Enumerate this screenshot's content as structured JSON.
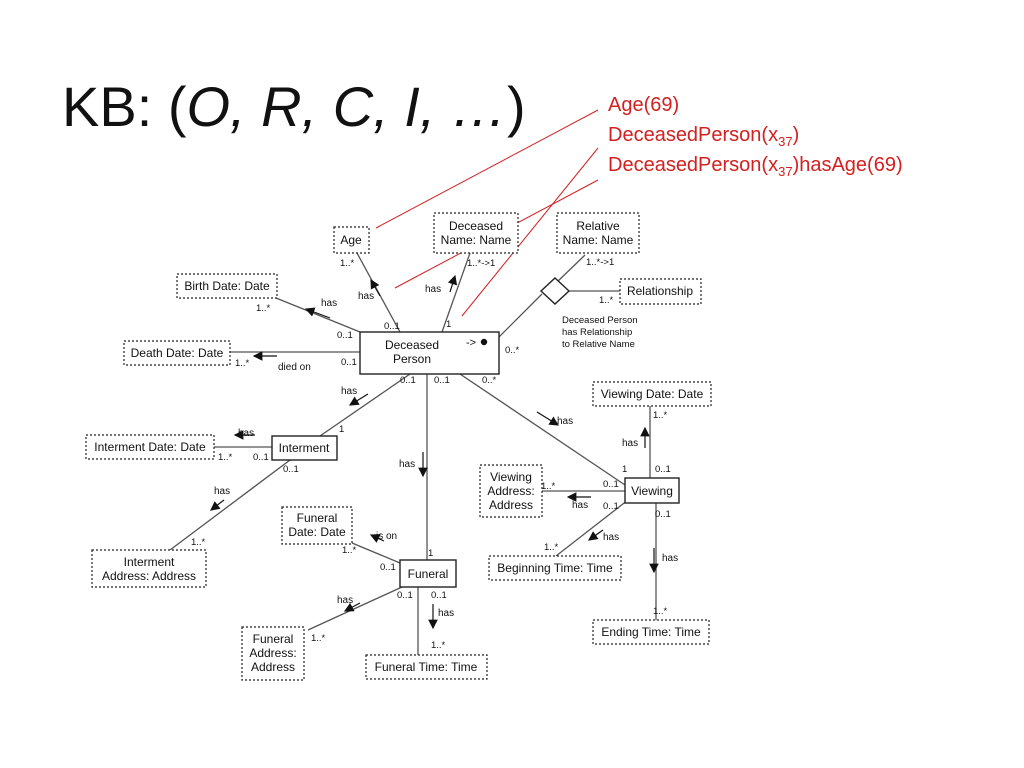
{
  "title": {
    "prefix": "KB: (",
    "items": "O, R, C, I, …",
    "suffix": ")"
  },
  "annotations": {
    "line1": "Age(69)",
    "line2_pre": "DeceasedPerson(x",
    "line2_sub": "37",
    "line2_post": ")",
    "line3_pre": "DeceasedPerson(x",
    "line3_sub": "37",
    "line3_post": ")hasAge(69)"
  },
  "colors": {
    "annotation": "#d42020",
    "text": "#111111"
  },
  "nodes": {
    "age": "Age",
    "deceased_name": [
      "Deceased",
      "Name: Name"
    ],
    "relative_name": [
      "Relative",
      "Name: Name"
    ],
    "relationship": "Relationship",
    "birth_date": "Birth Date: Date",
    "death_date": "Death Date: Date",
    "deceased_person": [
      "Deceased",
      "Person"
    ],
    "key_marker": "->",
    "viewing_date": "Viewing Date: Date",
    "interment": "Interment",
    "interment_date": "Interment Date: Date",
    "interment_address": [
      "Interment",
      "Address: Address"
    ],
    "viewing": "Viewing",
    "viewing_address": [
      "Viewing",
      "Address:",
      "Address"
    ],
    "funeral_date": [
      "Funeral",
      "Date: Date"
    ],
    "funeral": "Funeral",
    "beginning_time": "Beginning Time: Time",
    "funeral_address": [
      "Funeral",
      "Address:",
      "Address"
    ],
    "funeral_time": "Funeral Time: Time",
    "ending_time": "Ending Time: Time"
  },
  "relationship_note": [
    "Deceased Person",
    "has Relationship",
    "to Relative Name"
  ],
  "edge_labels": {
    "has": "has",
    "died_on": "died on",
    "is_on": "is on"
  },
  "cardinalities": {
    "one_star": "1..*",
    "zero_one": "0..1",
    "one": "1",
    "zero_star": "0..*",
    "one_star_to_one": "1..*->1"
  }
}
